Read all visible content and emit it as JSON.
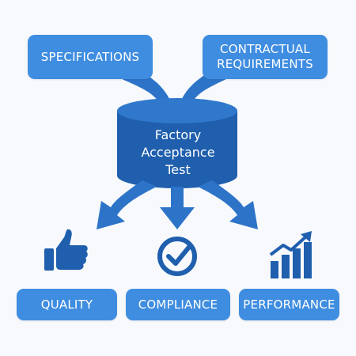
{
  "inputs": {
    "specifications": "SPECIFICATIONS",
    "contractual_line1": "CONTRACTUAL",
    "contractual_line2": "REQUIREMENTS"
  },
  "center": {
    "line1": "Factory",
    "line2": "Acceptance",
    "line3": "Test"
  },
  "outputs": {
    "quality": "QUALITY",
    "compliance": "COMPLIANCE",
    "performance": "PERFORMANCE"
  },
  "icons": {
    "quality": "thumbs-up-icon",
    "compliance": "check-circle-icon",
    "performance": "growth-chart-icon"
  },
  "colors": {
    "box": "#3f8de0",
    "dark_blue": "#1f5fad",
    "mid_blue": "#2d74c9",
    "background": "#f7f9fc"
  }
}
